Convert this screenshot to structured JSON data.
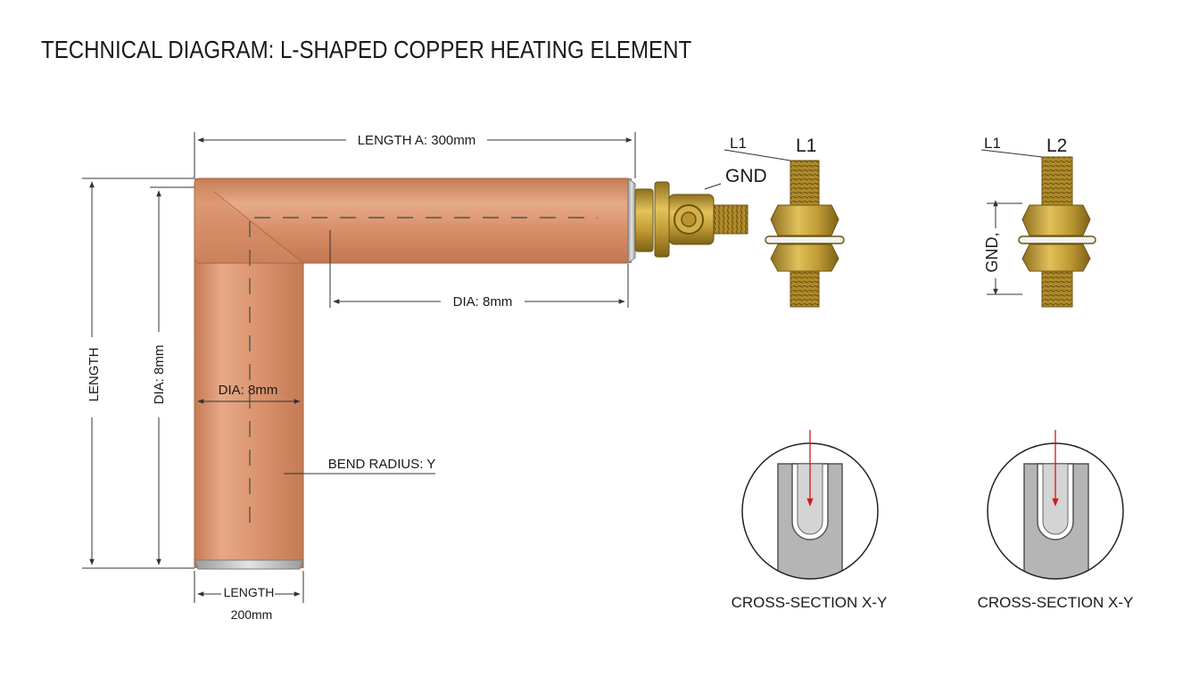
{
  "title": "TECHNICAL DIAGRAM: L-SHAPED COPPER HEATING ELEMENT",
  "dimensions": {
    "length_a": "LENGTH A: 300mm",
    "dia_horizontal": "DIA: 8mm",
    "length_vertical": "LENGTH",
    "dia_vertical": "DIA: 8mm",
    "dia_leg": "DIA: 8mm",
    "bend_radius": "BEND RADIUS: Y",
    "length_bottom": "LENGTH",
    "length_bottom_value": "200mm"
  },
  "terminals": {
    "gnd_label": "GND",
    "terminal_1": {
      "lead_label": "L1",
      "top_label": "L1"
    },
    "terminal_2": {
      "lead_label": "L1",
      "top_label": "L2",
      "side_label": "GND,",
      "side_label_suffix": ""
    }
  },
  "cross_sections": [
    {
      "label": "CROSS-SECTION X-Y"
    },
    {
      "label": "CROSS-SECTION X-Y"
    }
  ],
  "colors": {
    "copper": "#d9946c",
    "copper_dark": "#b66d49",
    "brass": "#c9a53a",
    "brass_dark": "#8a6d18",
    "steel": "#b9b9b9",
    "arrow": "#d11a1a"
  }
}
